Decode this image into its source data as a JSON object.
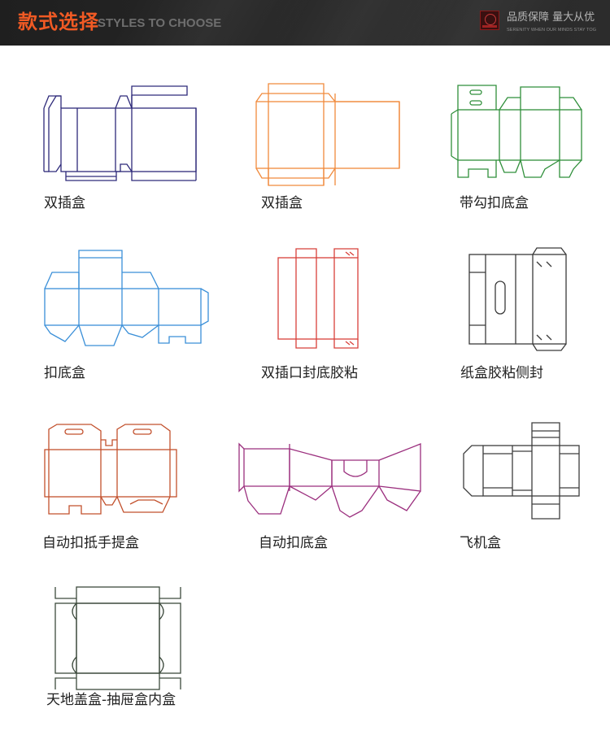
{
  "header": {
    "title_cn": "款式选择",
    "title_en": "STYLES TO CHOOSE",
    "tagline_cn": "品质保障 量大从优",
    "tagline_en": "SERENITY WHEN OUR MINDS STAY TOG"
  },
  "styles": [
    {
      "label": "双插盒",
      "color": "#2e2a7a"
    },
    {
      "label": "双插盒",
      "color": "#f08a3c"
    },
    {
      "label": "带勾扣底盒",
      "color": "#2f8f3a"
    },
    {
      "label": "扣底盒",
      "color": "#3a8fd8"
    },
    {
      "label": "双插口封底胶粘",
      "color": "#d8403a"
    },
    {
      "label": "纸盒胶粘侧封",
      "color": "#3a3a3a"
    },
    {
      "label": "自动扣抵手提盒",
      "color": "#c2502c"
    },
    {
      "label": "自动扣底盒",
      "color": "#9b2f7e"
    },
    {
      "label": "飞机盒",
      "color": "#3d3d3d"
    },
    {
      "label": "天地盖盒-抽屉盒内盒",
      "color": "#3d4a3d"
    }
  ]
}
